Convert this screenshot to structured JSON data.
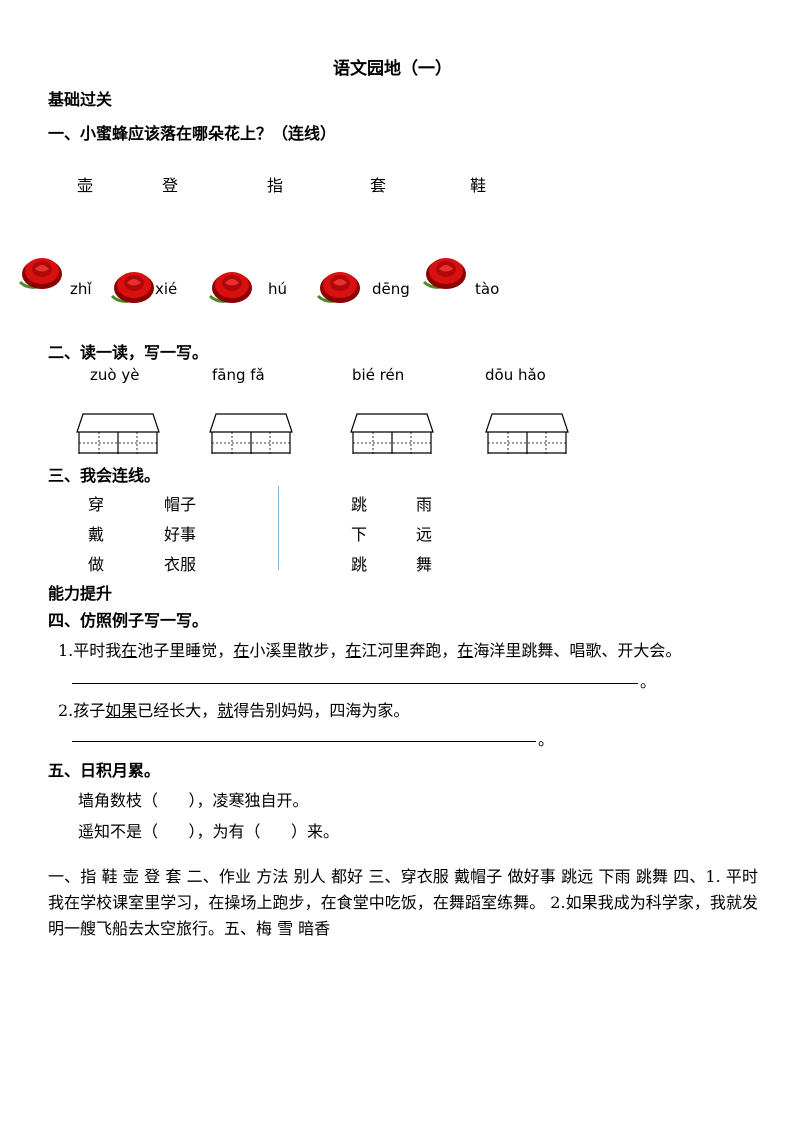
{
  "page": {
    "title": "语文园地（一）",
    "section_basic": "基础过关",
    "section_ability": "能力提升"
  },
  "q1": {
    "heading": "一、小蜜蜂应该落在哪朵花上？（连线）",
    "characters": [
      "壶",
      "登",
      "指",
      "套",
      "鞋"
    ],
    "flowers": [
      "zhǐ",
      "xié",
      "hú",
      "dēng",
      "tào"
    ]
  },
  "q2": {
    "heading": "二、读一读，写一写。",
    "words": [
      "zuò  yè",
      "fāng  fǎ",
      "bié  rén",
      "dōu  hǎo"
    ]
  },
  "q3": {
    "heading": "三、我会连线。",
    "left_col1": [
      "穿",
      "戴",
      "做"
    ],
    "left_col2": [
      "帽子",
      "好事",
      "衣服"
    ],
    "right_col1": [
      "跳",
      "下",
      "跳"
    ],
    "right_col2": [
      "雨",
      "远",
      "舞"
    ]
  },
  "q4": {
    "heading": "四、仿照例子写一写。",
    "s1": {
      "num": "1.",
      "p1": "平时我",
      "u1": "在",
      "p2": "池子里睡觉，",
      "u2": "在",
      "p3": "小溪里散步，",
      "u3": "在",
      "p4": "江河里奔跑，",
      "u4": "在",
      "p5": "海洋里跳舞、唱歌、开大会。"
    },
    "s2": {
      "num": "2.",
      "p1": "孩子",
      "u1": "如果",
      "p2": "已经长大，",
      "u2": "就",
      "p3": "得告别妈妈，四海为家。"
    },
    "end_mark": "。"
  },
  "q5": {
    "heading": "五、日积月累。",
    "line1": "墙角数枝（      ），凌寒独自开。",
    "line2": "遥知不是（      ），为有（      ）来。"
  },
  "answers": "一、指 鞋 壶 登 套 二、作业 方法 别人 都好  三、穿衣服 戴帽子 做好事 跳远 下雨 跳舞  四、1. 平时我在学校课室里学习，在操场上跑步，在食堂中吃饭，在舞蹈室练舞。 2.如果我成为科学家，我就发明一艘飞船去太空旅行。五、梅 雪 暗香",
  "colors": {
    "petal": "#d81010",
    "petal_dark": "#8a0000",
    "leaf": "#4a8a2a",
    "divider": "#7fb3d5"
  }
}
